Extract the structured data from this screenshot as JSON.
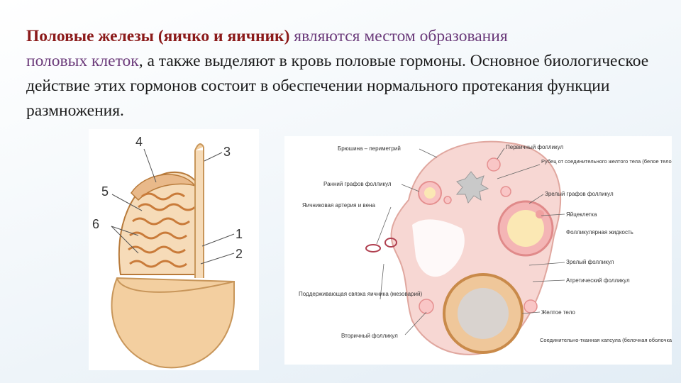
{
  "paragraph": {
    "part1": "Половые железы (яичко и яичник)",
    "part2": " являются местом образования",
    "part3": "половых клеток",
    "part4": ", а также выделяют в кровь половые гормоны. Основное биологическое действие этих гормонов состоит в обеспечении нормального протекания функции размножения."
  },
  "testis": {
    "labels": [
      "4",
      "3",
      "5",
      "6",
      "1",
      "2"
    ]
  },
  "ovary": {
    "labels": {
      "serosa": "Брюшина – периметрий",
      "primary_follicle": "Первичный фолликул",
      "corpus_albicans": "Рубец от соединительного желтого тела (белое тело)",
      "early_graaf": "Ранний графов фолликул",
      "artery_vein": "Яичниковая артерия и вена",
      "mature_graaf": "Зрелый графов фолликул",
      "ovum": "Яйцеклетка",
      "follicular_fluid": "Фолликулярная жидкость",
      "vesicular_follicle": "Зрелый фолликул",
      "atretic_follicle": "Атретический фолликул",
      "mesovarium": "Поддерживающая связка яичника (мезоварий)",
      "corpus_luteum": "Желтое тело",
      "secondary_follicle": "Вторичный фолликул",
      "capsule": "Соединительно-тканная капсула (белочная оболочка)"
    }
  }
}
